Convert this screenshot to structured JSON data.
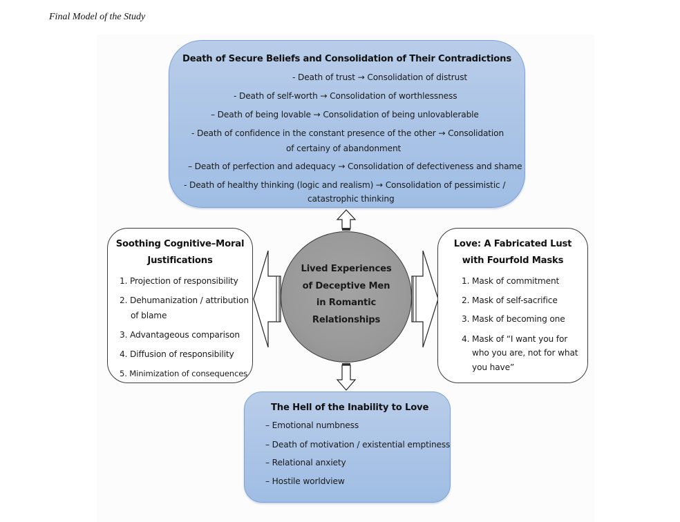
{
  "caption": "Final Model of the Study",
  "center": {
    "lines": [
      "Lived Experiences",
      "of Deceptive Men",
      "in Romantic",
      "Relationships"
    ]
  },
  "top_box": {
    "title": "Death of Secure Beliefs and Consolidation of Their Contradictions",
    "items": [
      "- Death of trust → Consolidation of distrust",
      "- Death of self-worth → Consolidation of worthlessness",
      "– Death of being lovable → Consolidation of being unlovablerable",
      "- Death of confidence in the constant presence of the other → Consolidation",
      "of certainy of abandonment",
      "– Death of perfection and adequacy → Consolidation of defectiveness and shame",
      "- Death of healthy thinking (logic and realism) → Consolidation of pessimistic /",
      "catastrophic thinking"
    ]
  },
  "left_box": {
    "title_lines": [
      "Soothing Cognitive–Moral",
      "Justifications"
    ],
    "items": [
      "1. Projection of responsibility",
      "2. Dehumanization / attribution",
      "of blame",
      "3. Advantageous comparison",
      "4. Diffusion of responsibility",
      "5. Minimization of consequences"
    ]
  },
  "right_box": {
    "title_lines": [
      "Love: A Fabricated Lust",
      "with Fourfold Masks"
    ],
    "items": [
      "1. Mask of commitment",
      "2. Mask of self-sacrifice",
      "3. Mask of becoming one",
      "4. Mask of “I want you for",
      "who you are, not for what",
      "you have”"
    ]
  },
  "bottom_box": {
    "title": "The Hell of the Inability to Love",
    "items": [
      "– Emotional numbness",
      "– Death of motivation / existential emptiness",
      "– Relational anxiety",
      "– Hostile worldview"
    ]
  },
  "colors": {
    "blue_box_fill": "#a9c3e6",
    "blue_box_border": "#7da3d6",
    "circle_fill": "#9a9a9a",
    "outline": "#3a3a3a"
  }
}
